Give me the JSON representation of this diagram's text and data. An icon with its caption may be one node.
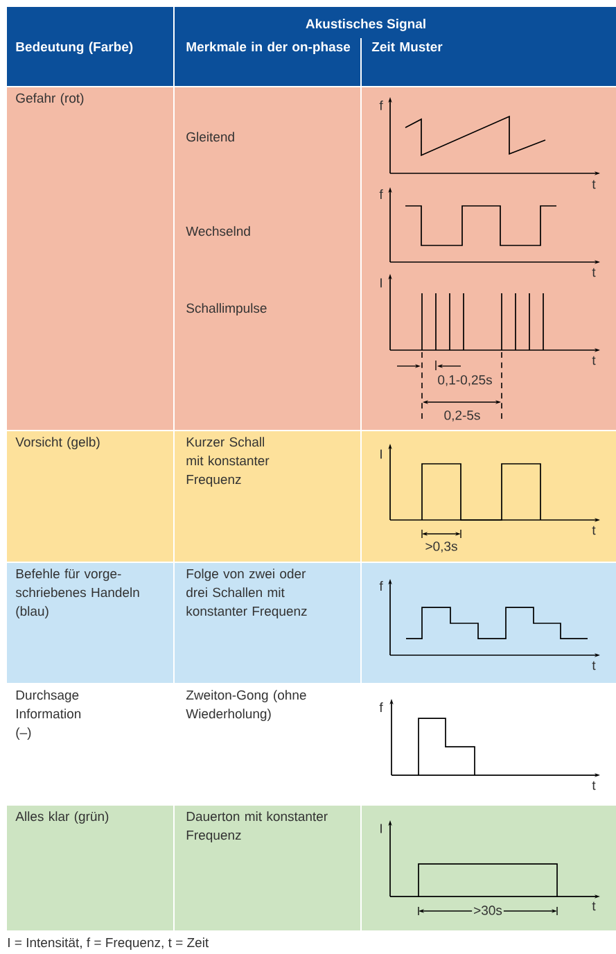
{
  "diagram": {
    "labels": [
      "Bedeutung (Farbe)",
      "Akustisches Signal",
      "Merkmale in der on-phase",
      "Zeit Muster",
      "Gefahr (rot)",
      "Gleitend",
      "Wechselnd",
      "Schallimpulse",
      "f",
      "t",
      "f",
      "t",
      "I",
      "t",
      "0,1-0,25s",
      "0,2-5s",
      "Vorsicht (gelb)",
      "Kurzer Schall mit konstanter Frequenz",
      "I",
      "t",
      ">0,3s",
      "Befehle für vorge-schriebenes Handeln (blau)",
      "Folge von zwei oder drei Schallen mit konstanter Frequenz",
      "f",
      "t",
      "Durchsage Information (–)",
      "Zweiton-Gong (ohne Wiederholung)",
      "f",
      "t",
      "Alles klar (grün)",
      "Dauerton mit konstanter Frequenz",
      "I",
      "t",
      ">30s"
    ],
    "caption": "I = Intensität, f = Frequenz, t = Zeit"
  }
}
